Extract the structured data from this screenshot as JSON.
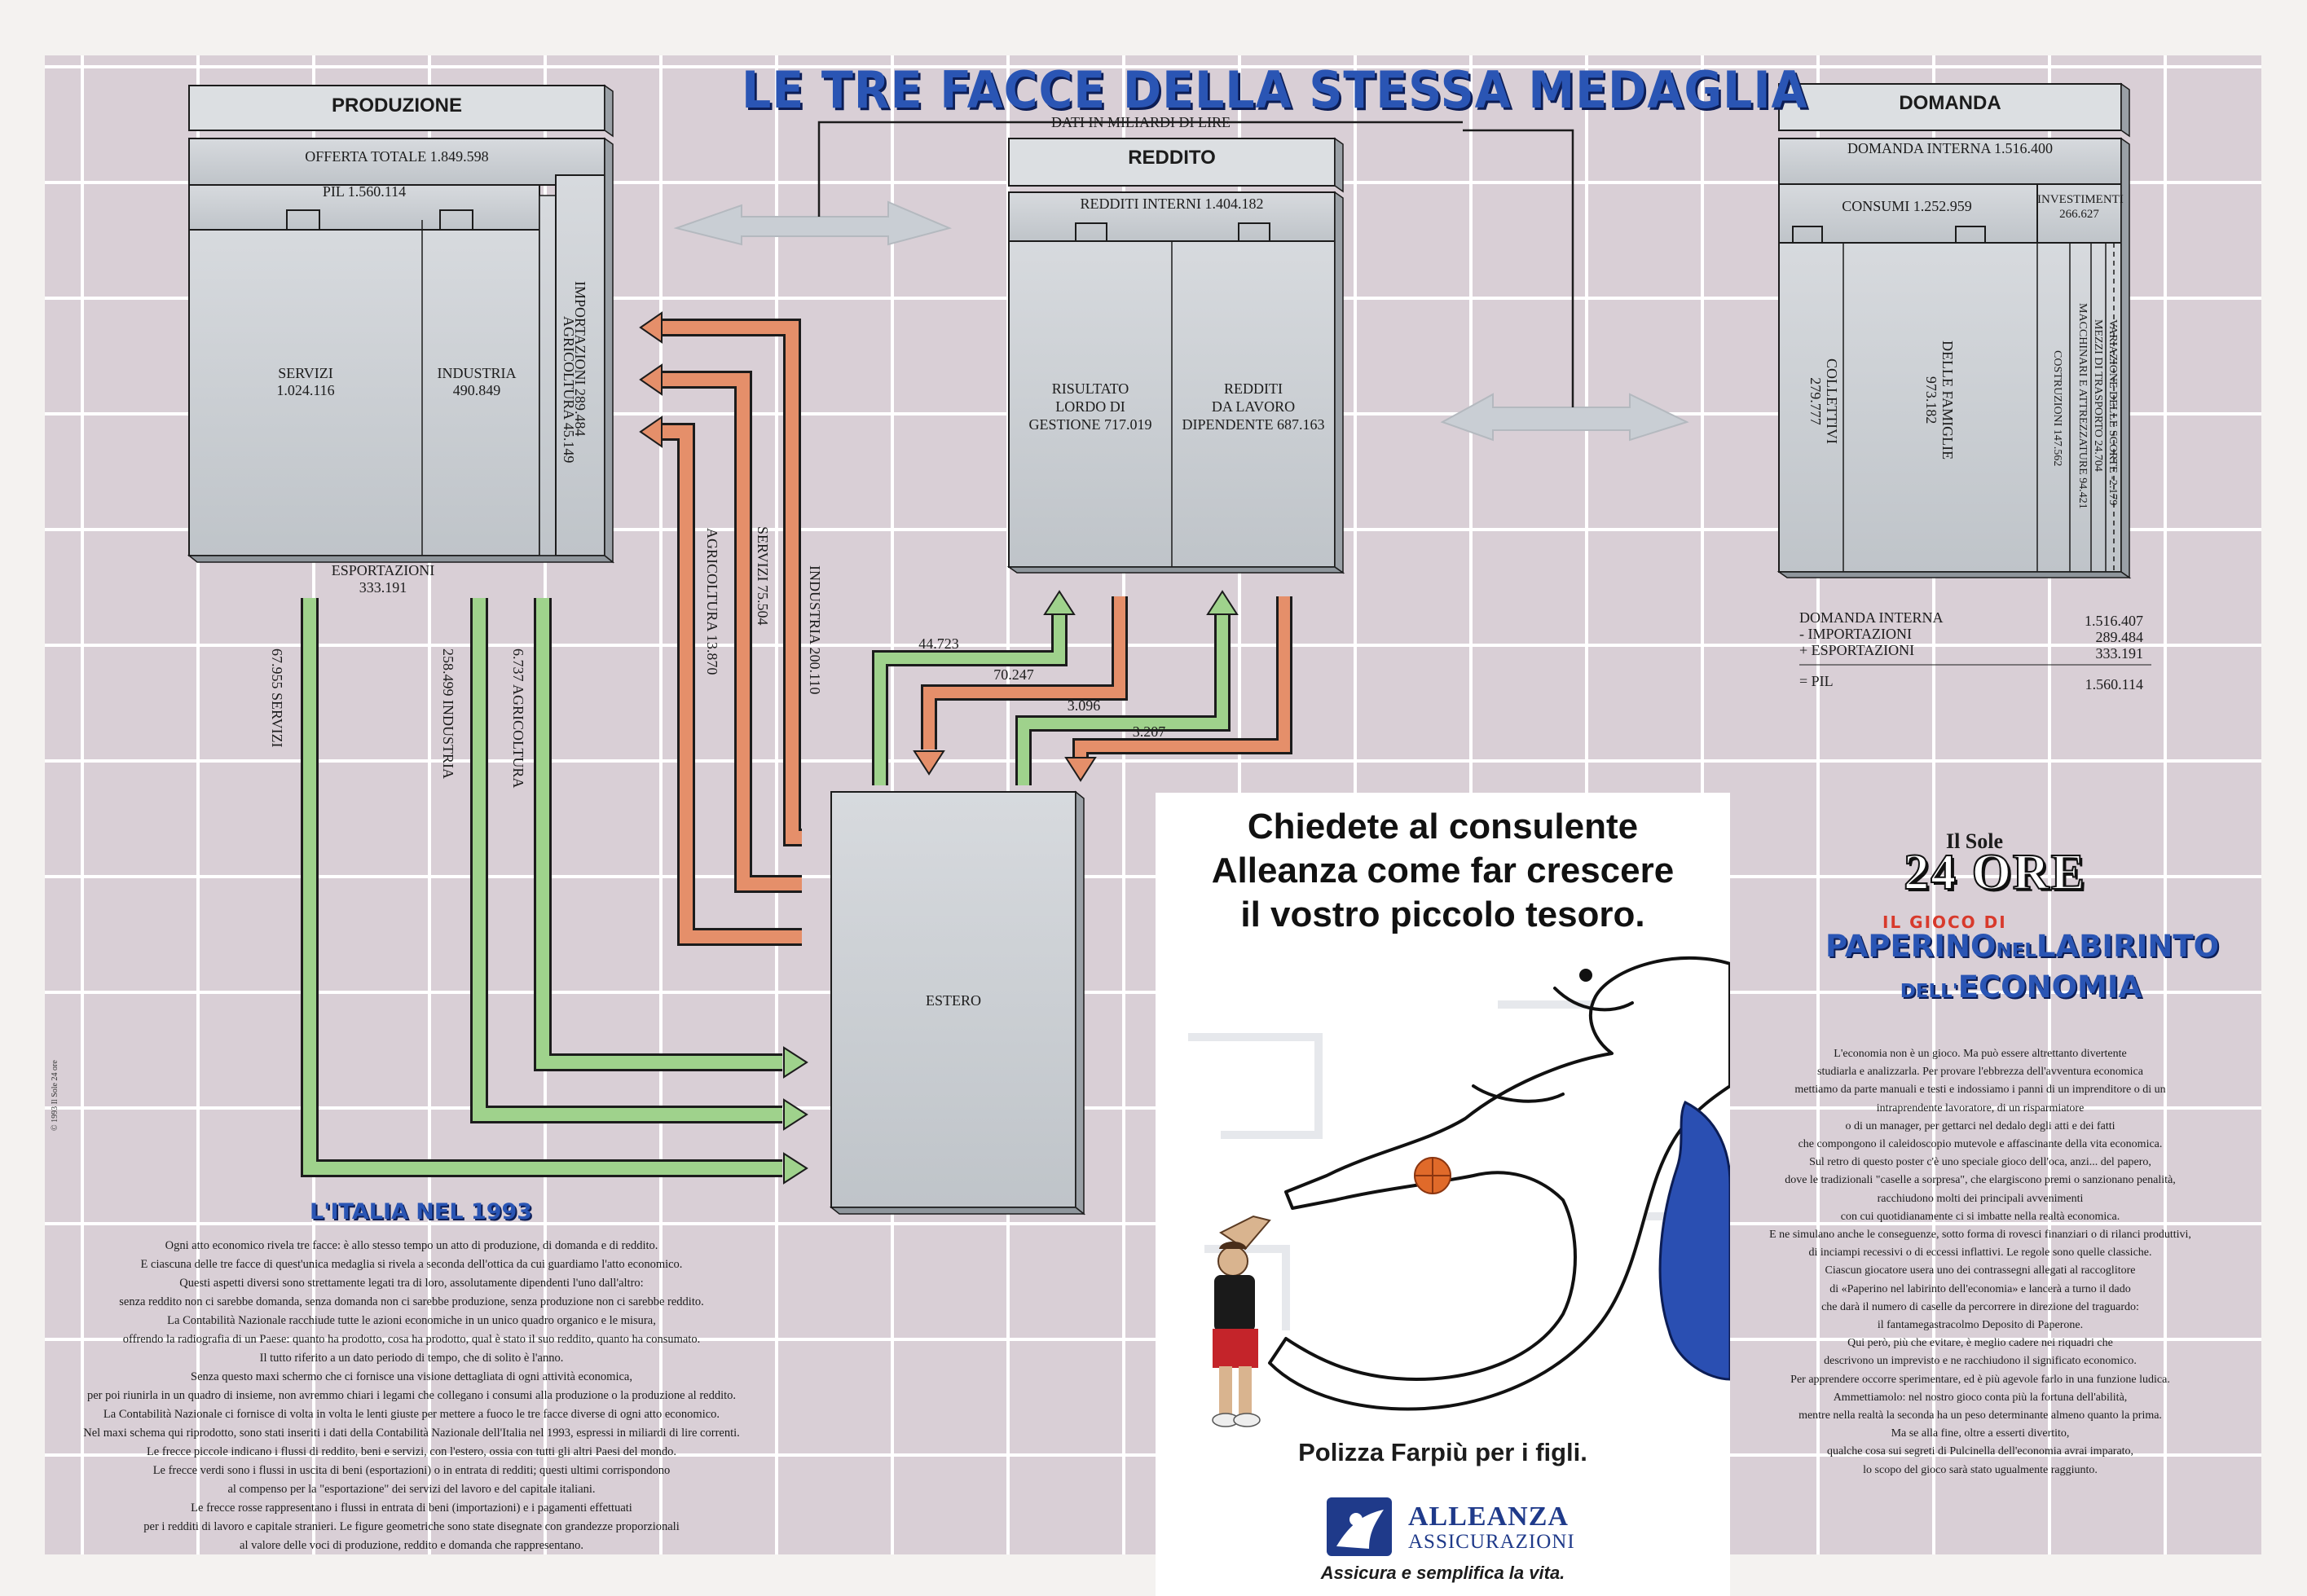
{
  "title": "LE TRE FACCE DELLA STESSA  MEDAGLIA",
  "subtitle": "DATI IN MILIARDI DI LIRE",
  "produzione": {
    "title": "PRODUZIONE",
    "offerta": "OFFERTA TOTALE 1.849.598",
    "pil": "PIL 1.560.114",
    "servizi": "SERVIZI",
    "servizi_val": "1.024.116",
    "industria": "INDUSTRIA",
    "industria_val": "490.849",
    "agricoltura": "AGRICOLTURA 45.149",
    "importazioni": "IMPORTAZIONI 289.484",
    "esportazioni": "ESPORTAZIONI",
    "esportazioni_val": "333.191"
  },
  "reddito": {
    "title": "REDDITO",
    "interni": "REDDITI INTERNI 1.404.182",
    "risultato": [
      "RISULTATO",
      "LORDO DI",
      "GESTIONE 717.019"
    ],
    "lavoro": [
      "REDDITI",
      "DA LAVORO",
      "DIPENDENTE 687.163"
    ]
  },
  "domanda": {
    "title": "DOMANDA",
    "interna": "DOMANDA INTERNA 1.516.400",
    "consumi": "CONSUMI 1.252.959",
    "investimenti": "INVESTIMENTI",
    "investimenti_val": "266.627",
    "collettivi": "COLLETTIVI",
    "collettivi_val": "279.777",
    "famiglie": "DELLE FAMIGLIE",
    "famiglie_val": "973.182",
    "costruzioni": "COSTRUZIONI 147.562",
    "macchinari": "MACCHINARI E ATTREZZATURE 94.421",
    "mezzi": "MEZZI DI TRASPORTO 24.704",
    "scorte": "VARIAZIONE DELLE SCORTE -2.179"
  },
  "estero": "ESTERO",
  "flows": {
    "import_industria": "INDUSTRIA 200.110",
    "import_servizi": "SERVIZI 75.504",
    "import_agricoltura": "AGRICOLTURA 13.870",
    "export_servizi": "67.955 SERVIZI",
    "export_industria": "258.499 INDUSTRIA",
    "export_agricoltura": "6.737 AGRICOLTURA",
    "r1": "44.723",
    "r2": "70.247",
    "r3": "3.096",
    "r4": "3.207"
  },
  "summary": {
    "labels": [
      "DOMANDA INTERNA",
      "- IMPORTAZIONI",
      "+ ESPORTAZIONI",
      "= PIL"
    ],
    "values": [
      "1.516.407",
      "289.484",
      "333.191",
      "1.560.114"
    ]
  },
  "italia": {
    "title": "L'ITALIA NEL 1993",
    "lines": [
      "Ogni atto economico rivela tre facce: è allo stesso tempo un atto di produzione, di domanda e di reddito.",
      "E ciascuna delle tre facce di quest'unica medaglia si rivela a seconda dell'ottica da cui guardiamo l'atto economico.",
      "Questi aspetti diversi sono strettamente legati tra di loro, assolutamente dipendenti l'uno dall'altro:",
      "senza reddito non ci sarebbe domanda, senza domanda non ci sarebbe produzione, senza produzione non ci sarebbe reddito.",
      "La Contabilità Nazionale racchiude tutte le azioni economiche in un unico quadro organico e le misura,",
      "offrendo la radiografia di un Paese: quanto ha prodotto, cosa ha prodotto, qual è stato il suo reddito, quanto ha consumato.",
      "Il tutto riferito a un dato periodo di tempo, che di solito è l'anno.",
      "Senza questo maxi schermo che ci fornisce una visione dettagliata di ogni attività economica,",
      "per poi riunirla in un quadro di insieme, non avremmo chiari i legami che collegano i consumi alla produzione o la produzione al reddito.",
      "La Contabilità Nazionale ci fornisce di volta in volta le lenti giuste per mettere a fuoco le tre facce diverse di ogni atto economico.",
      "Nel maxi schema qui riprodotto, sono stati inseriti i dati della Contabilità Nazionale dell'Italia nel 1993, espressi in miliardi di lire correnti.",
      "Le frecce piccole indicano i flussi di reddito, beni e servizi, con l'estero, ossia con tutti gli altri Paesi del mondo.",
      "Le frecce verdi sono i flussi in uscita di beni (esportazioni) o in entrata di redditi; questi ultimi corrispondono",
      "al compenso per la \"esportazione\" dei servizi del lavoro e del capitale italiani.",
      "Le frecce rosse rappresentano i flussi in entrata di beni (importazioni) e i pagamenti effettuati",
      "per i redditi di lavoro e capitale stranieri. Le figure geometriche sono state disegnate con grandezze proporzionali",
      "al valore delle voci di produzione, reddito e domanda che rappresentano."
    ]
  },
  "ad": {
    "headline": [
      "Chiedete al consulente",
      "Alleanza come far crescere",
      "il vostro piccolo tesoro."
    ],
    "policy": "Polizza Farpiù per i figli.",
    "brand": "ALLEANZA",
    "brand_sub": "ASSICURAZIONI",
    "slogan": "Assicura e semplifica la vita."
  },
  "gioco": {
    "sole_small": "Il Sole",
    "sole_big": "24 ORE",
    "small": "IL GIOCO DI",
    "paperino_a": "PAPERINO",
    "nel": "NEL",
    "labirinto": "LABIRINTO",
    "dell": "DELL'",
    "economia": "ECONOMIA",
    "lines": [
      "L'economia non è un gioco. Ma può essere altrettanto divertente",
      "studiarla e analizzarla. Per provare l'ebbrezza dell'avventura economica",
      "mettiamo da parte manuali e testi e indossiamo i panni di un imprenditore o di un",
      "intraprendente lavoratore, di un risparmiatore",
      "o di un manager, per gettarci nel dedalo degli atti e dei fatti",
      "che compongono il caleidoscopio mutevole e affascinante della vita economica.",
      "Sul retro di questo poster c'è uno speciale gioco dell'oca, anzi... del papero,",
      "dove le tradizionali \"caselle a sorpresa\", che elargiscono premi o sanzionano penalità,",
      "racchiudono molti dei principali avvenimenti",
      "con cui quotidianamente ci si imbatte nella realtà economica.",
      "E ne simulano anche le conseguenze, sotto forma di rovesci finanziari o di rilanci produttivi,",
      "di inciampi recessivi o di eccessi inflattivi. Le regole sono quelle classiche.",
      "Ciascun giocatore usera uno dei contrassegni allegati al raccoglitore",
      "di «Paperino nel labirinto dell'economia» e lancerà a turno il dado",
      "che darà il numero di caselle da percorrere in direzione del traguardo:",
      "il fantamegastracolmo Deposito di Paperone.",
      "Qui però, più che evitare, è meglio cadere nei riquadri che",
      "descrivono un imprevisto e ne racchiudono il significato economico.",
      "Per apprendere occorre sperimentare, ed è più agevole farlo in una funzione ludica.",
      "Ammettiamolo: nel nostro gioco conta più la fortuna dell'abilità,",
      "mentre nella realtà la seconda ha un peso determinante almeno quanto la prima.",
      "Ma se alla fine, oltre a esserti divertito,",
      "qualche cosa sui segreti di Pulcinella dell'economia avrai imparato,",
      "lo scopo del gioco sarà stato ugualmente raggiunto."
    ]
  },
  "copyright": "© 1993 Il Sole 24 ore",
  "colors": {
    "grid": "#d9cfd6",
    "box": "#c8ccd0",
    "orange": "#e58f6a",
    "green": "#9fd28c",
    "blue_title": "#2a55b4"
  }
}
